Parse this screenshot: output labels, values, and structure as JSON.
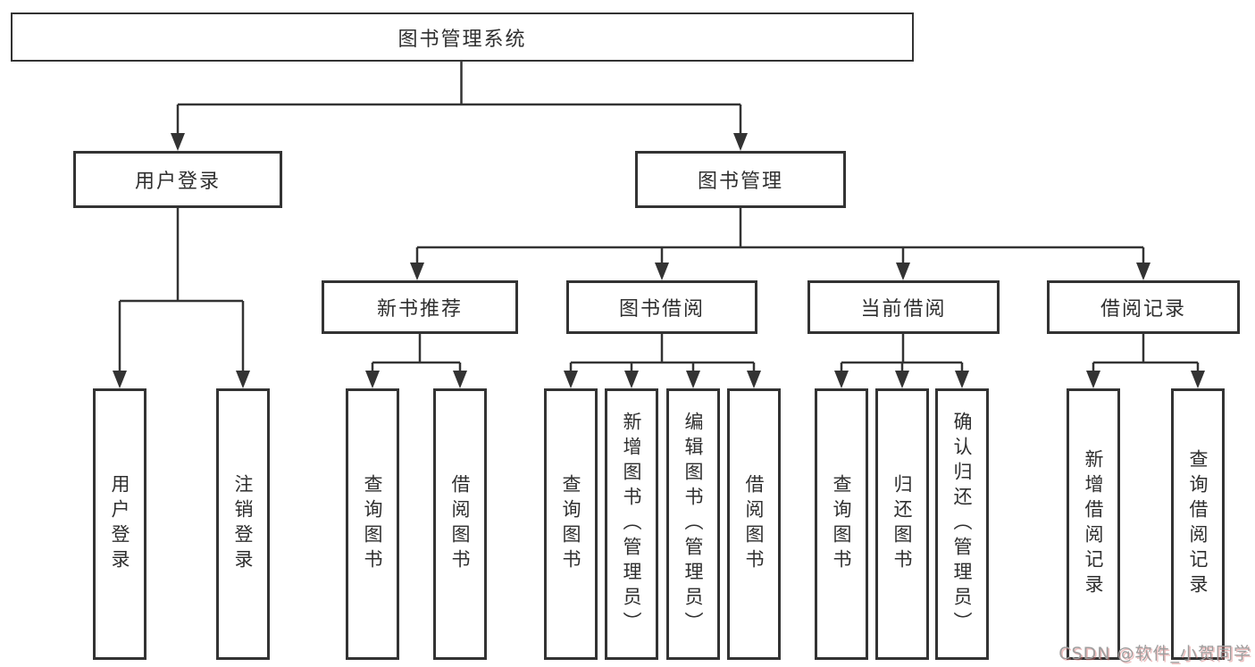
{
  "diagram": {
    "root": {
      "label": "图书管理系统"
    },
    "branches": [
      {
        "label": "用户登录",
        "children": [
          {
            "label": "用户登录"
          },
          {
            "label": "注销登录"
          }
        ]
      },
      {
        "label": "图书管理",
        "children": [
          {
            "label": "新书推荐",
            "children": [
              {
                "label": "查询图书"
              },
              {
                "label": "借阅图书"
              }
            ]
          },
          {
            "label": "图书借阅",
            "children": [
              {
                "label": "查询图书"
              },
              {
                "label": "新增图书（管理员）"
              },
              {
                "label": "编辑图书（管理员）"
              },
              {
                "label": "借阅图书"
              }
            ]
          },
          {
            "label": "当前借阅",
            "children": [
              {
                "label": "查询图书"
              },
              {
                "label": "归还图书"
              },
              {
                "label": "确认归还（管理员）"
              }
            ]
          },
          {
            "label": "借阅记录",
            "children": [
              {
                "label": "新增借阅记录"
              },
              {
                "label": "查询借阅记录"
              }
            ]
          }
        ]
      }
    ]
  },
  "watermark": {
    "text": "CSDN @软件_小贺同学"
  },
  "colors": {
    "line": "#333333",
    "box_border": "#333333",
    "text": "#2f2f2f",
    "background": "#ffffff",
    "watermark_text": "#9e9e9e",
    "watermark_shadow": "#d86e6e"
  }
}
